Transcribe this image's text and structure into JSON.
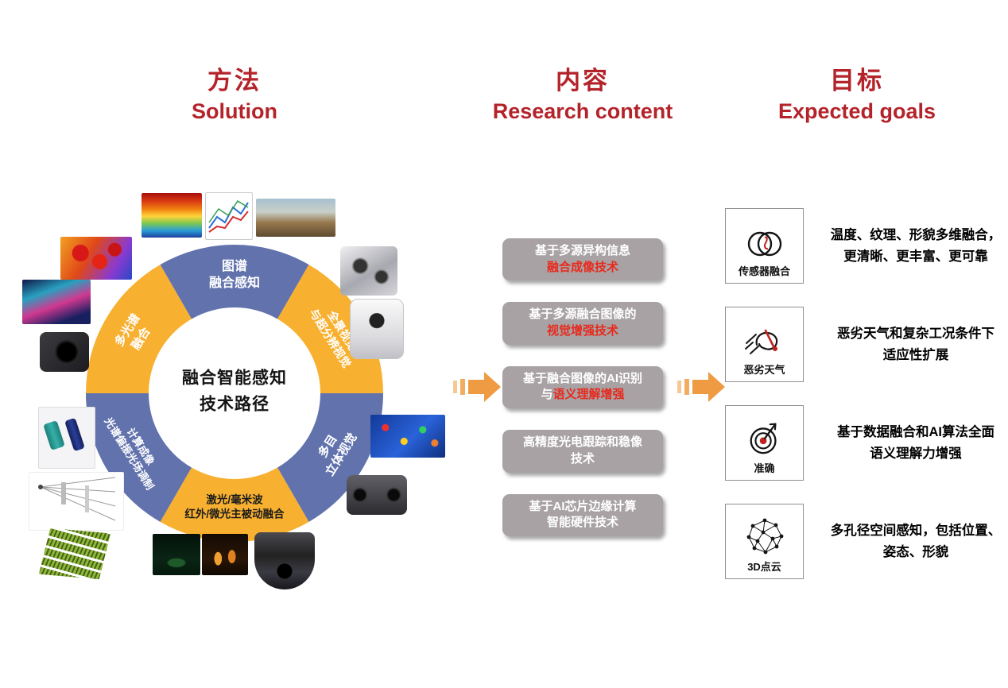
{
  "headers": [
    {
      "zh": "方法",
      "en": "Solution"
    },
    {
      "zh": "内容",
      "en": "Research content"
    },
    {
      "zh": "目标",
      "en": "Expected goals"
    }
  ],
  "colors": {
    "header_red": "#b4232a",
    "ring_blue": "#6172ad",
    "ring_yellow": "#f8b030",
    "ring_dark_text": "#1c1c1c",
    "box_gray": "#a8a2a4",
    "box_red_text": "#e8291c",
    "arrow_orange": "#ef9b43"
  },
  "donut": {
    "center_line1": "融合智能感知",
    "center_line2": "技术路径",
    "segments": [
      {
        "name": "map-spectrum-fusion",
        "label1": "图谱",
        "label2": "融合感知",
        "color": "blue"
      },
      {
        "name": "panoramic-superres",
        "label1": "全景视觉",
        "label2": "与超分辨视觉",
        "color": "yellow"
      },
      {
        "name": "multi-view-stereo",
        "label1": "多目",
        "label2": "立体视觉",
        "color": "blue"
      },
      {
        "name": "laser-mmwave-ir-fusion",
        "label1": "激光/毫米波",
        "label2": "红外/微光主被动融合",
        "color": "yellow"
      },
      {
        "name": "spectral-polarization-imaging",
        "label1": "光谱偏振光场调制",
        "label2": "计算成像",
        "color": "blue"
      },
      {
        "name": "multispectral-fusion",
        "label1": "多光谱",
        "label2": "融合",
        "color": "yellow"
      }
    ]
  },
  "content_boxes": [
    {
      "line1": "基于多源异构信息",
      "line2_plain": "",
      "line2_red": "融合成像技术"
    },
    {
      "line1": "基于多源融合图像的",
      "line2_plain": "",
      "line2_red": "视觉增强技术"
    },
    {
      "line1": "基于融合图像的AI识别",
      "line2_plain": "与",
      "line2_red": "语义理解增强"
    },
    {
      "line1": "高精度光电跟踪和稳像",
      "line2_plain": "技术",
      "line2_red": ""
    },
    {
      "line1": "基于AI芯片边缘计算",
      "line2_plain": "智能硬件技术",
      "line2_red": ""
    }
  ],
  "goals": [
    {
      "icon": "venn-circles-icon",
      "label": "传感器融合",
      "desc1": "温度、纹理、形貌多维融合，",
      "desc2": "更清晰、更丰富、更可靠"
    },
    {
      "icon": "storm-icon",
      "label": "恶劣天气",
      "desc1": "恶劣天气和复杂工况条件下",
      "desc2": "适应性扩展"
    },
    {
      "icon": "dartboard-icon",
      "label": "准确",
      "desc1": "基于数据融合和AI算法全面",
      "desc2": "语义理解力增强"
    },
    {
      "icon": "point-cloud-icon",
      "label": "3D点云",
      "desc1": "多孔径空间感知，包括位置、",
      "desc2": "姿态、形貌"
    }
  ],
  "peripheral_images": [
    "spectral-cube",
    "spectra-chart",
    "pipeline-panorama",
    "thermal-strawberries",
    "multispectral-scene",
    "lens-device",
    "optical-setup",
    "optical-ray-diagram",
    "detector-array",
    "night-scene-green",
    "night-scene-warm",
    "gimbal-camera",
    "stereo-camera",
    "depth-color-scene",
    "panoramic-camera",
    "multi-lens-cube-camera"
  ]
}
